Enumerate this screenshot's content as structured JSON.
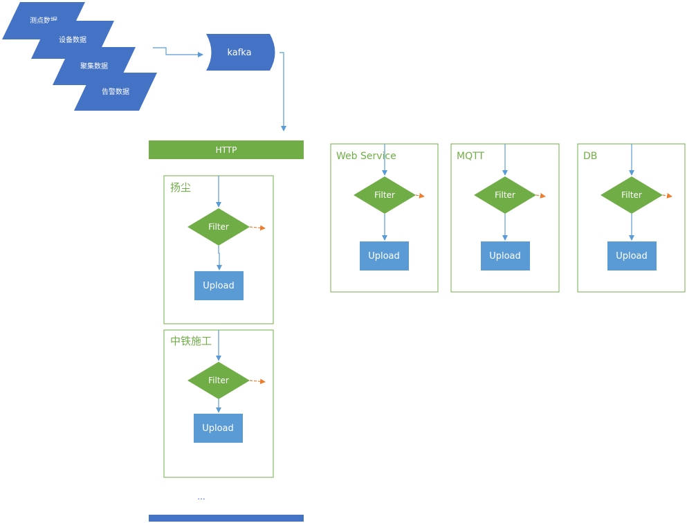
{
  "sources": [
    "测点数据",
    "设备数据",
    "聚集数据",
    "告警数据"
  ],
  "queue": {
    "label": "kafka"
  },
  "http_bar": {
    "label": "HTTP"
  },
  "http_groups": [
    {
      "title": "扬尘",
      "filter": "Filter",
      "upload": "Upload"
    },
    {
      "title": "中铁施工",
      "filter": "Filter",
      "upload": "Upload"
    }
  ],
  "ellipsis": "...",
  "channels": [
    {
      "title": "Web Service",
      "filter": "Filter",
      "upload": "Upload"
    },
    {
      "title": "MQTT",
      "filter": "Filter",
      "upload": "Upload"
    },
    {
      "title": "DB",
      "filter": "Filter",
      "upload": "Upload"
    }
  ],
  "colors": {
    "source_fill": "#4472C4",
    "kafka_fill": "#4472C4",
    "http_bar": "#70AD47",
    "bottom_bar": "#4472C4",
    "container_border": "#70AD47",
    "title_text": "#70AD47",
    "filter_fill": "#70AD47",
    "upload_fill": "#5B9BD5",
    "connector": "#5B9BD5",
    "reject_arrow": "#ED7D31"
  }
}
